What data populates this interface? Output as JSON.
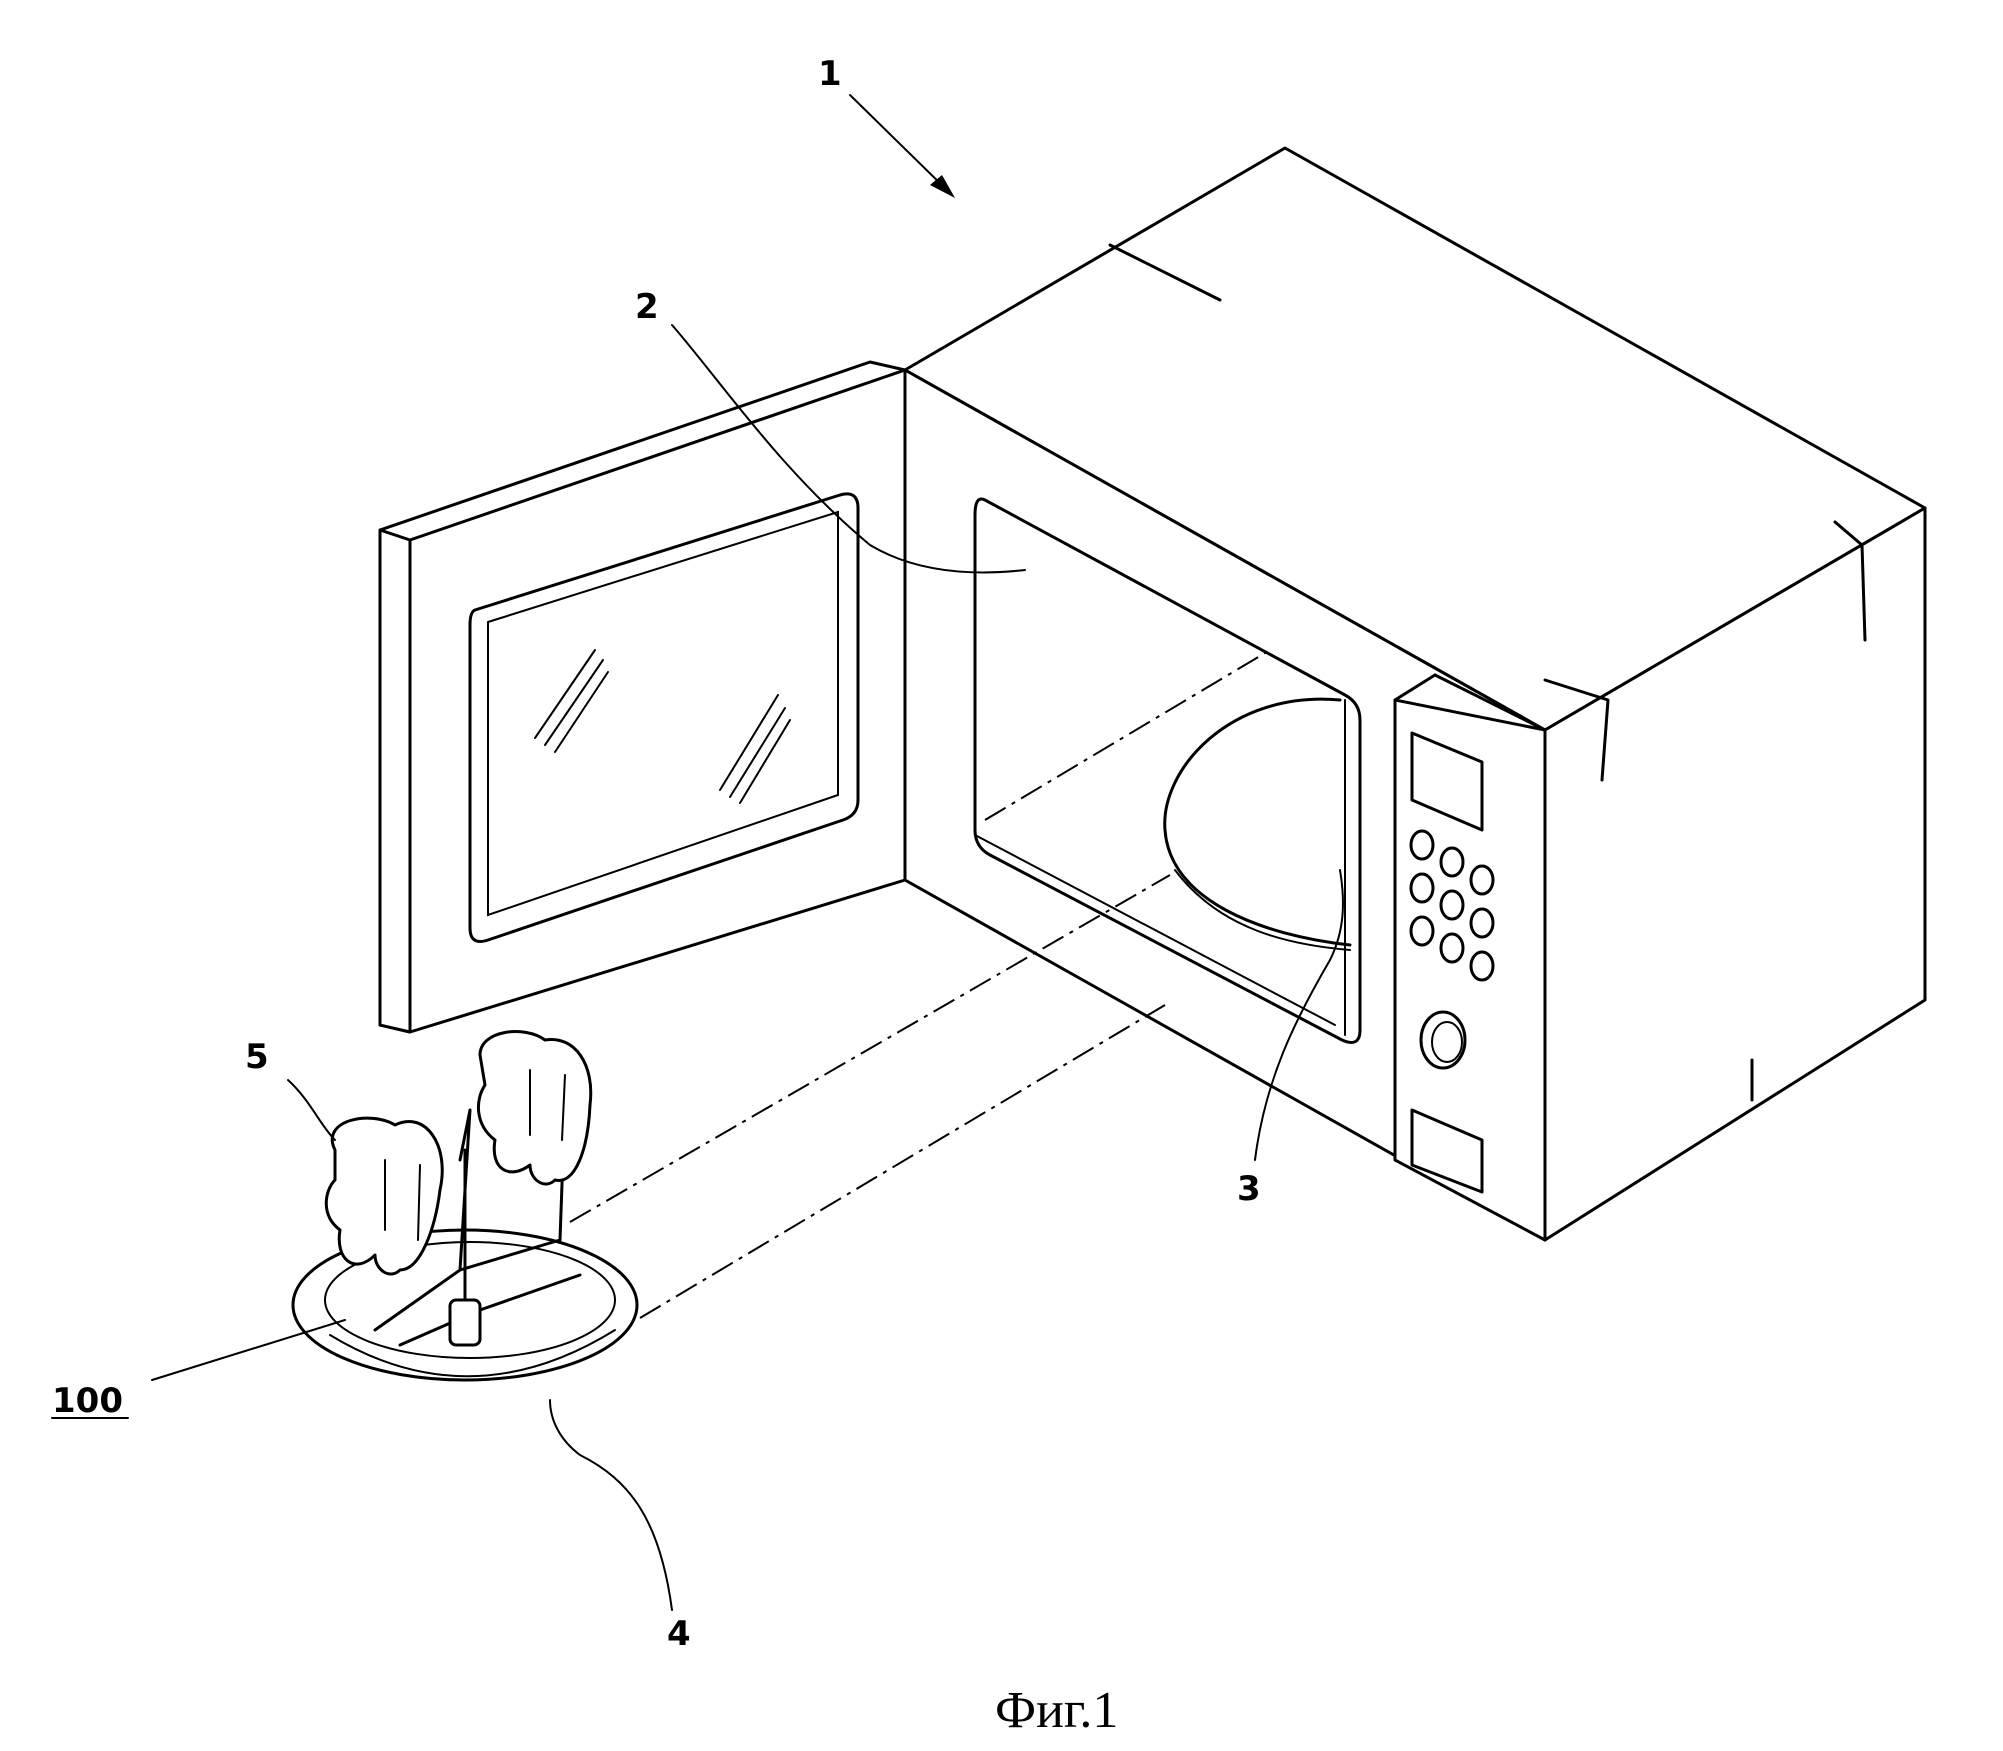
{
  "labels": {
    "oven": "1",
    "cavity": "2",
    "turntable": "3",
    "tray": "4",
    "food": "5",
    "rack": "100"
  },
  "caption": "Фиг.1"
}
